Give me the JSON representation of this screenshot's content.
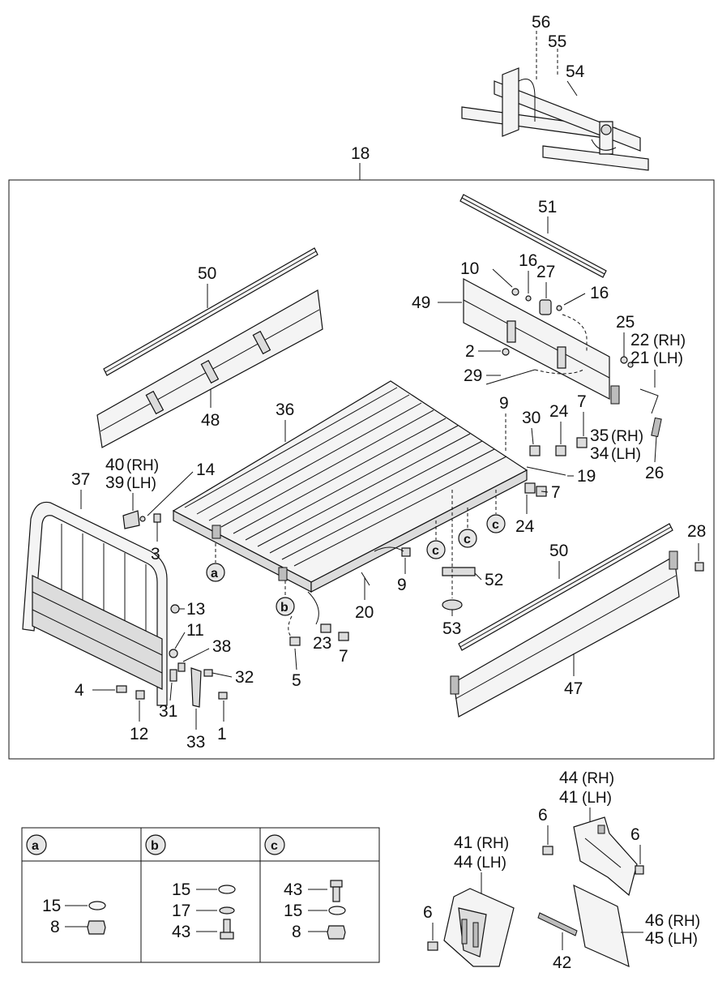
{
  "main_label": "18",
  "callouts": {
    "c1": "1",
    "c2": "2",
    "c3": "3",
    "c4": "4",
    "c5": "5",
    "c6a": "6",
    "c6b": "6",
    "c6c": "6",
    "c7a": "7",
    "c7b": "7",
    "c7c": "7",
    "c8a": "8",
    "c8c": "8",
    "c9a": "9",
    "c9b": "9",
    "c10": "10",
    "c11": "11",
    "c12": "12",
    "c13": "13",
    "c14": "14",
    "c15a": "15",
    "c15b": "15",
    "c15c": "15",
    "c16a": "16",
    "c16b": "16",
    "c17": "17",
    "c19": "19",
    "c20": "20",
    "c21": "21",
    "c22": "22",
    "c23": "23",
    "c24a": "24",
    "c24b": "24",
    "c25": "25",
    "c26": "26",
    "c27": "27",
    "c28": "28",
    "c29": "29",
    "c30": "30",
    "c31": "31",
    "c32": "32",
    "c33": "33",
    "c34": "34",
    "c35": "35",
    "c36": "36",
    "c37": "37",
    "c38": "38",
    "c39": "39",
    "c40": "40",
    "c41a": "41",
    "c41b": "41",
    "c42": "42",
    "c43b": "43",
    "c43c": "43",
    "c44a": "44",
    "c44b": "44",
    "c45": "45",
    "c46": "46",
    "c47": "47",
    "c48": "48",
    "c49": "49",
    "c50a": "50",
    "c50b": "50",
    "c51": "51",
    "c52": "52",
    "c53": "53",
    "c54": "54",
    "c55": "55",
    "c56": "56"
  },
  "side": {
    "rh": "(RH)",
    "lh": "(LH)"
  },
  "detail_markers": {
    "a": "a",
    "b": "b",
    "c": "c"
  },
  "legend": {
    "columns": [
      {
        "key": "a",
        "items": [
          "15",
          "8"
        ]
      },
      {
        "key": "b",
        "items": [
          "15",
          "17",
          "43"
        ]
      },
      {
        "key": "c",
        "items": [
          "43",
          "15",
          "8"
        ]
      }
    ]
  }
}
